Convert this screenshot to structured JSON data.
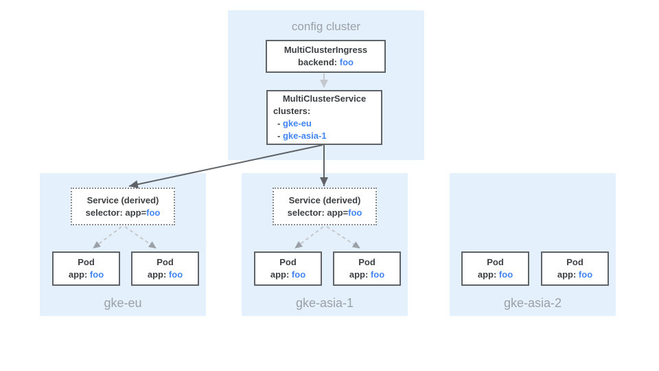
{
  "config_cluster": {
    "title": "config cluster",
    "ingress": {
      "name": "MultiClusterIngress",
      "backend_label": "backend:",
      "backend_value": "foo"
    },
    "service": {
      "name": "MultiClusterService",
      "clusters_label": "clusters:",
      "cluster_refs": [
        {
          "bullet": "-",
          "name": "gke-eu"
        },
        {
          "bullet": "-",
          "name": "gke-asia-1"
        }
      ]
    }
  },
  "clusters": [
    {
      "label": "gke-eu",
      "service": {
        "name": "Service (derived)",
        "selector_label": "selector: app=",
        "selector_value": "foo"
      },
      "pods": [
        {
          "name": "Pod",
          "app_label": "app:",
          "app_value": "foo"
        },
        {
          "name": "Pod",
          "app_label": "app:",
          "app_value": "foo"
        }
      ]
    },
    {
      "label": "gke-asia-1",
      "service": {
        "name": "Service (derived)",
        "selector_label": "selector: app=",
        "selector_value": "foo"
      },
      "pods": [
        {
          "name": "Pod",
          "app_label": "app:",
          "app_value": "foo"
        },
        {
          "name": "Pod",
          "app_label": "app:",
          "app_value": "foo"
        }
      ]
    },
    {
      "label": "gke-asia-2",
      "pods": [
        {
          "name": "Pod",
          "app_label": "app:",
          "app_value": "foo"
        },
        {
          "name": "Pod",
          "app_label": "app:",
          "app_value": "foo"
        }
      ]
    }
  ],
  "colors": {
    "region_bg": "#E4F0FB",
    "box_border": "#5F6368",
    "text_dark": "#3C4043",
    "text_blue": "#4285F4",
    "text_gray": "#9AA0A6",
    "arrow_dark": "#5F6368",
    "arrow_light": "#C4C8CC",
    "arrow_dashed": "#C6C9CC"
  }
}
